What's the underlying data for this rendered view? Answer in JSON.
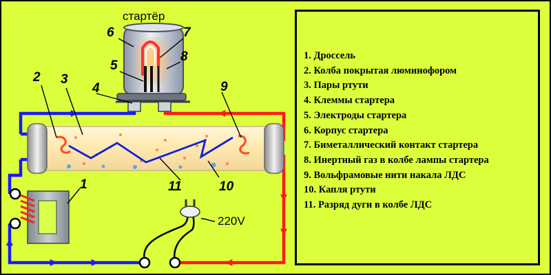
{
  "diagram": {
    "starter_label": "стартёр",
    "voltage_label": "220V",
    "callouts": [
      {
        "id": "1",
        "text": "1"
      },
      {
        "id": "2",
        "text": "2"
      },
      {
        "id": "3",
        "text": "3"
      },
      {
        "id": "4",
        "text": "4"
      },
      {
        "id": "5",
        "text": "5"
      },
      {
        "id": "6",
        "text": "6"
      },
      {
        "id": "7",
        "text": "7"
      },
      {
        "id": "8",
        "text": "8"
      },
      {
        "id": "9",
        "text": "9"
      },
      {
        "id": "10",
        "text": "10"
      },
      {
        "id": "11",
        "text": "11"
      }
    ],
    "colors": {
      "background": "#dcff3c",
      "wire_red": "#ff1a1a",
      "wire_blue": "#1a1aff",
      "arc_blue": "#0a1ee0",
      "tube_glow": "#fff3c8"
    }
  },
  "legend": {
    "items": [
      "1.  Дроссель",
      "2. Колба покрытая люминофором",
      "3. Пары ртути",
      "4. Клеммы стартера",
      "5. Электроды стартера",
      "6. Корпус стартера",
      "7. Биметаллический контакт стартера",
      "8. Инертный газ в колбе лампы стартера",
      "9. Вольфрамовые нити накала ЛДС",
      "10. Капля ртути",
      "11. Разряд дуги в колбе ЛДС"
    ]
  }
}
